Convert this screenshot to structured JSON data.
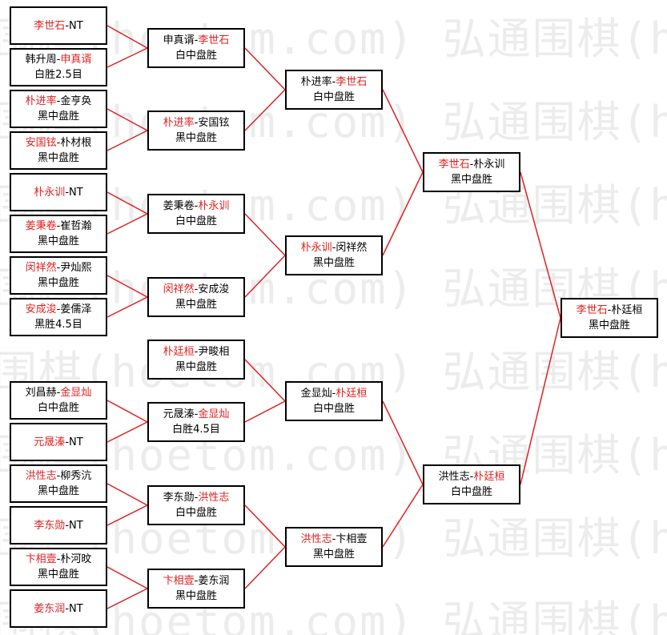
{
  "watermark": {
    "text": "弘通围棋(hoetom.com) 弘通围棋(hoetom.com)",
    "color": "#ececec"
  },
  "colors": {
    "winner": "#e02020",
    "line": "#e02020",
    "border": "#000000",
    "text": "#000000"
  },
  "matches": [
    {
      "id": "r1-1",
      "p1": "李世石",
      "p2": "NT",
      "winner": 1,
      "result": ""
    },
    {
      "id": "r1-2",
      "p1": "韩升周",
      "p2": "申真谞",
      "winner": 2,
      "result": "白胜2.5目"
    },
    {
      "id": "r1-3",
      "p1": "朴进率",
      "p2": "金亨奂",
      "winner": 1,
      "result": "黑中盘胜"
    },
    {
      "id": "r1-4",
      "p1": "安国铉",
      "p2": "朴材根",
      "winner": 1,
      "result": "黑中盘胜"
    },
    {
      "id": "r1-5",
      "p1": "朴永训",
      "p2": "NT",
      "winner": 1,
      "result": ""
    },
    {
      "id": "r1-6",
      "p1": "姜秉卷",
      "p2": "崔哲瀚",
      "winner": 1,
      "result": "黑中盘胜"
    },
    {
      "id": "r1-7",
      "p1": "闵祥然",
      "p2": "尹灿熙",
      "winner": 1,
      "result": "黑中盘胜"
    },
    {
      "id": "r1-8",
      "p1": "安成浚",
      "p2": "姜儒泽",
      "winner": 1,
      "result": "黑胜4.5目"
    },
    {
      "id": "r1-9",
      "p1": "刘昌赫",
      "p2": "金显灿",
      "winner": 2,
      "result": "白中盘胜"
    },
    {
      "id": "r1-10",
      "p1": "元晟溱",
      "p2": "NT",
      "winner": 1,
      "result": ""
    },
    {
      "id": "r1-11",
      "p1": "洪性志",
      "p2": "柳秀沆",
      "winner": 1,
      "result": "黑中盘胜"
    },
    {
      "id": "r1-12",
      "p1": "李东勋",
      "p2": "NT",
      "winner": 1,
      "result": ""
    },
    {
      "id": "r1-13",
      "p1": "卞相壹",
      "p2": "朴河旼",
      "winner": 1,
      "result": "黑中盘胜"
    },
    {
      "id": "r1-14",
      "p1": "姜东润",
      "p2": "NT",
      "winner": 1,
      "result": ""
    },
    {
      "id": "r2-1",
      "p1": "申真谞",
      "p2": "李世石",
      "winner": 2,
      "result": "白中盘胜"
    },
    {
      "id": "r2-2",
      "p1": "朴进率",
      "p2": "安国铉",
      "winner": 1,
      "result": "黑中盘胜"
    },
    {
      "id": "r2-3",
      "p1": "姜秉卷",
      "p2": "朴永训",
      "winner": 2,
      "result": "白中盘胜"
    },
    {
      "id": "r2-4",
      "p1": "闵祥然",
      "p2": "安成浚",
      "winner": 1,
      "result": "黑中盘胜"
    },
    {
      "id": "r2-5",
      "p1": "朴廷桓",
      "p2": "尹畯相",
      "winner": 1,
      "result": "黑中盘胜"
    },
    {
      "id": "r2-6",
      "p1": "元晟溱",
      "p2": "金显灿",
      "winner": 2,
      "result": "白胜4.5目"
    },
    {
      "id": "r2-7",
      "p1": "李东勋",
      "p2": "洪性志",
      "winner": 2,
      "result": "白中盘胜"
    },
    {
      "id": "r2-8",
      "p1": "卞相壹",
      "p2": "姜东润",
      "winner": 1,
      "result": "黑中盘胜"
    },
    {
      "id": "r3-1",
      "p1": "朴进率",
      "p2": "李世石",
      "winner": 2,
      "result": "白中盘胜"
    },
    {
      "id": "r3-2",
      "p1": "朴永训",
      "p2": "闵祥然",
      "winner": 1,
      "result": "黑中盘胜"
    },
    {
      "id": "r3-3",
      "p1": "金显灿",
      "p2": "朴廷桓",
      "winner": 2,
      "result": "白中盘胜"
    },
    {
      "id": "r3-4",
      "p1": "洪性志",
      "p2": "卞相壹",
      "winner": 1,
      "result": "黑中盘胜"
    },
    {
      "id": "r4-1",
      "p1": "李世石",
      "p2": "朴永训",
      "winner": 1,
      "result": "黑中盘胜"
    },
    {
      "id": "r4-2",
      "p1": "洪性志",
      "p2": "朴廷桓",
      "winner": 2,
      "result": "白中盘胜"
    },
    {
      "id": "r5-1",
      "p1": "李世石",
      "p2": "朴廷桓",
      "winner": 1,
      "result": "黑中盘胜"
    }
  ]
}
